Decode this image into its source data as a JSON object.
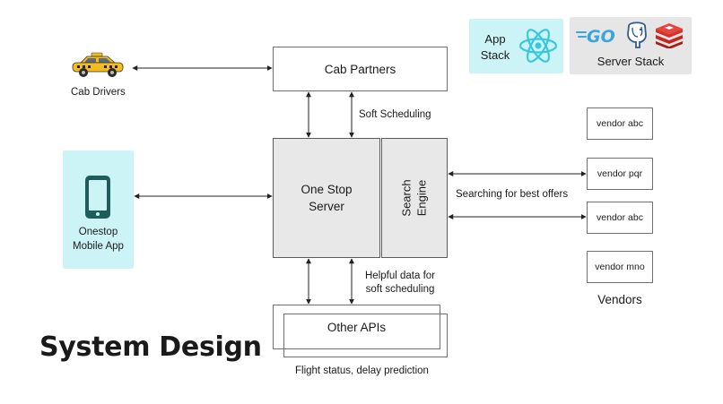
{
  "title": "System Design",
  "app_stack": {
    "label_line1": "App",
    "label_line2": "Stack",
    "icon": "react-atom-icon",
    "bg": "#ccf4f7",
    "icon_color": "#38c7dd"
  },
  "server_stack": {
    "label": "Server Stack",
    "logos": [
      "GO",
      "postgresql-elephant-icon",
      "redis-cube-icon"
    ],
    "bg": "#e6e6e6",
    "go_color": "#3aa6e0",
    "redis_color": "#d6312a"
  },
  "cab_drivers": {
    "label": "Cab Drivers",
    "icon": "taxi-icon",
    "taxi_color": "#f6bb1c"
  },
  "cab_partners": {
    "label": "Cab Partners"
  },
  "soft_scheduling": "Soft Scheduling",
  "one_stop_server": {
    "line1": "One Stop",
    "line2": "Server"
  },
  "search_engine": {
    "line1": "Search",
    "line2": "Engine"
  },
  "mobile_app": {
    "line1": "Onestop",
    "line2": "Mobile App",
    "icon": "smartphone-icon",
    "bg": "#ccf4f7",
    "icon_color": "#1f5c5c"
  },
  "searching_label": "Searching  for best offers",
  "vendors": {
    "items": [
      "vendor abc",
      "vendor pqr",
      "vendor abc",
      "vendor mno"
    ],
    "label": "Vendors"
  },
  "helpful_data": {
    "line1": "Helpful data for",
    "line2": "soft scheduling"
  },
  "other_apis": {
    "label": "Other APIs",
    "caption": "Flight status, delay prediction"
  }
}
